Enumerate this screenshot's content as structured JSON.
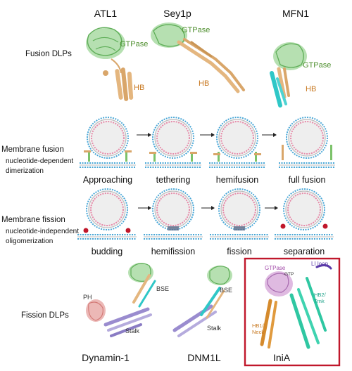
{
  "proteins_top": {
    "atl1": "ATL1",
    "sey1p": "Sey1p",
    "mfn1": "MFN1"
  },
  "domain_labels": {
    "gtpase": "GTPase",
    "hb": "HB",
    "ph": "PH",
    "bse": "BSE",
    "stalk": "Stalk",
    "gppnp": "GTP",
    "hb1_neck": [
      "HB1/",
      "Neck"
    ],
    "hb2_trnk": [
      "HB2/",
      "Trnk"
    ],
    "li_loop": "LI loop"
  },
  "row_labels": {
    "fusion_dlps": "Fusion DLPs",
    "membrane_fusion": "Membrane fusion",
    "fusion_sub": [
      "nucleotide-dependent",
      "dimerization"
    ],
    "membrane_fission": "Membrane fission",
    "fission_sub": [
      "nucleotide-independent",
      "oligomerization"
    ],
    "fission_dlps": "Fission DLPs"
  },
  "fusion_stages": [
    "Approaching",
    "tethering",
    "hemifusion",
    "full fusion"
  ],
  "fission_stages": [
    "budding",
    "hemifission",
    "fission",
    "separation"
  ],
  "proteins_bottom": {
    "dynamin": "Dynamin-1",
    "dnm1l": "DNM1L",
    "inia": "IniA"
  },
  "colors": {
    "gtpase_green": "#8fcf8a",
    "hb_orange": "#d9a66a",
    "cyan": "#2fc7c7",
    "membrane_blue": "#4aa7d6",
    "membrane_pink": "#e58aa8",
    "box_red": "#c0172b",
    "label_green": "#4f8f2f",
    "label_orange": "#c87a23",
    "stalk_purple": "#9a8ccf",
    "ph_pink": "#e49a98"
  }
}
